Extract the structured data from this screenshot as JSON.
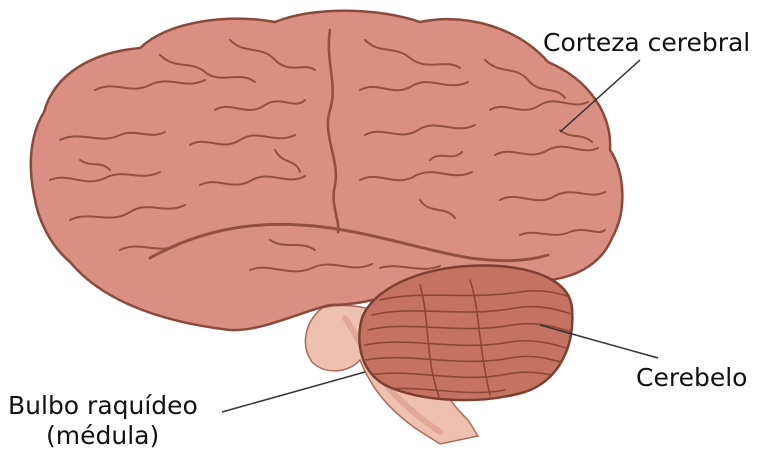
{
  "labels": {
    "cortex": "Corteza cerebral",
    "cerebellum": "Cerebelo",
    "brainstem_line1": "Bulbo raquídeo",
    "brainstem_line2": "(médula)"
  },
  "colors": {
    "cerebrum_fill": "#d99082",
    "cerebrum_sulci": "#94503f",
    "cerebellum_fill": "#c47363",
    "cerebellum_folia": "#8c4637",
    "brainstem_fill": "#eec0b0",
    "brainstem_shade": "#e2a796",
    "leader_line": "#333333"
  }
}
